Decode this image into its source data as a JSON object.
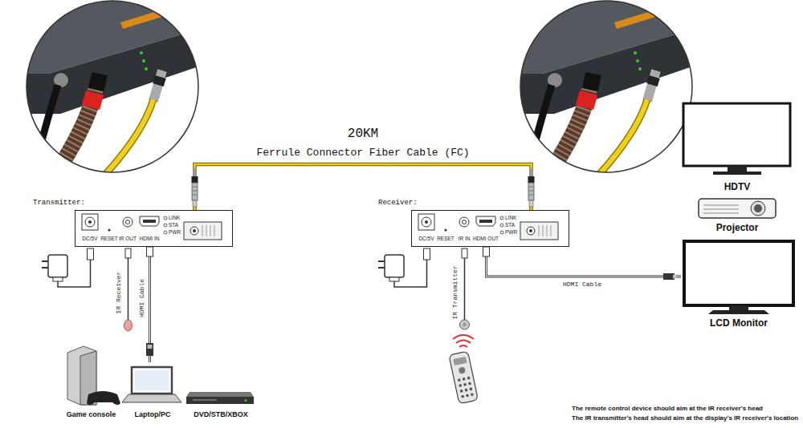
{
  "diagram": {
    "nodes": [
      {
        "text": [
          "Transmitter:",
          "DC/5V",
          "RESET",
          "IR OUT",
          "HDMI IN",
          "LINK",
          "STA",
          "PWR"
        ]
      },
      {
        "text": [
          "Receiver:",
          "DC/5V",
          "RESET",
          "IR IN",
          "HDMI OUT",
          "LINK",
          "STA",
          "PWR"
        ]
      },
      {
        "text": [
          "Game console"
        ]
      },
      {
        "text": [
          "Laptop/PC"
        ]
      },
      {
        "text": [
          "DVD/STB/XBOX"
        ]
      },
      {
        "text": [
          "HDTV"
        ]
      },
      {
        "text": [
          "Projector"
        ]
      },
      {
        "text": [
          "LCD Monitor"
        ]
      }
    ],
    "edges": [
      {
        "from": 0,
        "to": 1,
        "label": "Ferrule Connector Fiber Cable (FC)",
        "arrow": "none"
      },
      {
        "from": 0,
        "to": 3,
        "label": "HDMI Cable",
        "arrow": "none"
      },
      {
        "from": 1,
        "to": 7,
        "label": "HDMI Cable",
        "arrow": "none"
      }
    ],
    "labels": [
      "20KM",
      "IR Receiver",
      "IR Transmitter",
      "The remote control device should aim at the IR receiver's head",
      "The IR transmitter's head should aim at the display's IR receiver's location"
    ]
  }
}
